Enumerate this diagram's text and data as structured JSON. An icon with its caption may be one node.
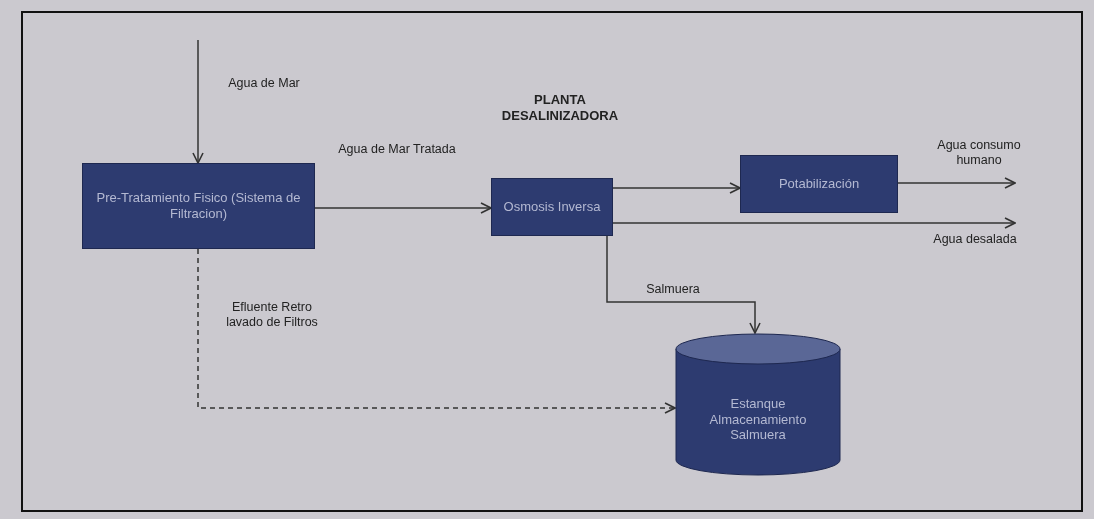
{
  "diagram": {
    "nodes": [
      {
        "text": [
          "Pre-Tratamiento Fisico (Sistema de Filtracion)"
        ]
      },
      {
        "text": [
          "Osmosis Inversa"
        ]
      },
      {
        "text": [
          "Potabilización"
        ]
      },
      {
        "text": [
          "Estanque Almacenamiento Salmuera"
        ]
      }
    ],
    "edges": [
      {
        "from": null,
        "to": 0,
        "arrow": "to",
        "label": "Agua de Mar"
      },
      {
        "from": 0,
        "to": 1,
        "arrow": "to",
        "label": "Agua de Mar Tratada"
      },
      {
        "from": 1,
        "to": 2,
        "arrow": "to"
      },
      {
        "from": 2,
        "to": null,
        "arrow": "to",
        "label": "Agua consumo humano"
      },
      {
        "from": 1,
        "to": null,
        "arrow": "to",
        "label": "Agua desalada"
      },
      {
        "from": 1,
        "to": 3,
        "arrow": "to",
        "label": "Salmuera"
      },
      {
        "from": 0,
        "to": 3,
        "arrow": "to",
        "label": "Efluente Retro lavado de Filtros",
        "style": "dashed"
      }
    ],
    "labels": [
      "PLANTA DESALINIZADORA"
    ]
  }
}
